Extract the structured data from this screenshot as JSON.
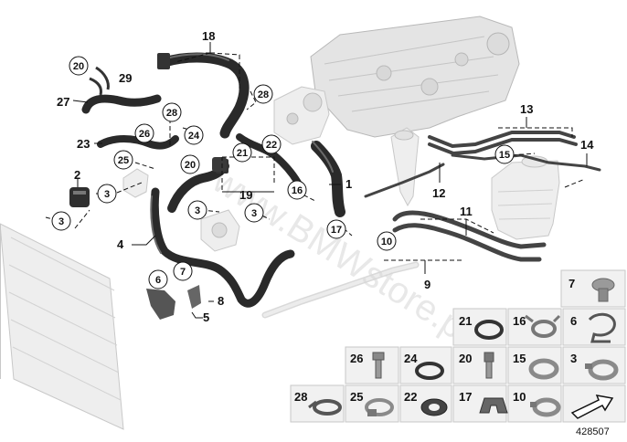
{
  "diagram": {
    "plain_callouts": [
      {
        "id": "18",
        "label": "18"
      },
      {
        "id": "29",
        "label": "29"
      },
      {
        "id": "27",
        "label": "27"
      },
      {
        "id": "23",
        "label": "23"
      },
      {
        "id": "2",
        "label": "2"
      },
      {
        "id": "4",
        "label": "4"
      },
      {
        "id": "1",
        "label": "1"
      },
      {
        "id": "19",
        "label": "19"
      },
      {
        "id": "13",
        "label": "13"
      },
      {
        "id": "14",
        "label": "14"
      },
      {
        "id": "12",
        "label": "12"
      },
      {
        "id": "11",
        "label": "11"
      },
      {
        "id": "9",
        "label": "9"
      },
      {
        "id": "8",
        "label": "8"
      },
      {
        "id": "5",
        "label": "5"
      }
    ],
    "circled_callouts": [
      {
        "id": "20a",
        "label": "20"
      },
      {
        "id": "28a",
        "label": "28"
      },
      {
        "id": "28b",
        "label": "28"
      },
      {
        "id": "26",
        "label": "26"
      },
      {
        "id": "24",
        "label": "24"
      },
      {
        "id": "25",
        "label": "25"
      },
      {
        "id": "21",
        "label": "21"
      },
      {
        "id": "22",
        "label": "22"
      },
      {
        "id": "20b",
        "label": "20"
      },
      {
        "id": "3a",
        "label": "3"
      },
      {
        "id": "3b",
        "label": "3"
      },
      {
        "id": "3c",
        "label": "3"
      },
      {
        "id": "3d",
        "label": "3"
      },
      {
        "id": "16",
        "label": "16"
      },
      {
        "id": "17",
        "label": "17"
      },
      {
        "id": "15",
        "label": "15"
      },
      {
        "id": "10",
        "label": "10"
      },
      {
        "id": "6",
        "label": "6"
      },
      {
        "id": "7",
        "label": "7"
      }
    ],
    "parts_grid": [
      {
        "id": "g7",
        "label": "7",
        "icon": "push-rivet-icon"
      },
      {
        "id": "g21",
        "label": "21",
        "icon": "o-ring-icon"
      },
      {
        "id": "g16",
        "label": "16",
        "icon": "spring-clamp-icon"
      },
      {
        "id": "g6",
        "label": "6",
        "icon": "hose-clip-icon"
      },
      {
        "id": "g26",
        "label": "26",
        "icon": "bolt-icon"
      },
      {
        "id": "g24",
        "label": "24",
        "icon": "seal-ring-icon"
      },
      {
        "id": "g20",
        "label": "20",
        "icon": "screw-icon"
      },
      {
        "id": "g15",
        "label": "15",
        "icon": "hose-clamp-icon"
      },
      {
        "id": "g3",
        "label": "3",
        "icon": "hose-clamp-icon"
      },
      {
        "id": "g28",
        "label": "28",
        "icon": "clamp-icon"
      },
      {
        "id": "g25",
        "label": "25",
        "icon": "worm-clamp-icon"
      },
      {
        "id": "g22",
        "label": "22",
        "icon": "gasket-icon"
      },
      {
        "id": "g17",
        "label": "17",
        "icon": "bracket-clip-icon"
      },
      {
        "id": "g10",
        "label": "10",
        "icon": "hose-clamp-icon"
      },
      {
        "id": "gArrow",
        "label": "",
        "icon": "direction-arrow-icon"
      }
    ],
    "watermark": "www.BMWstore.pl",
    "diagram_code": "428507"
  }
}
